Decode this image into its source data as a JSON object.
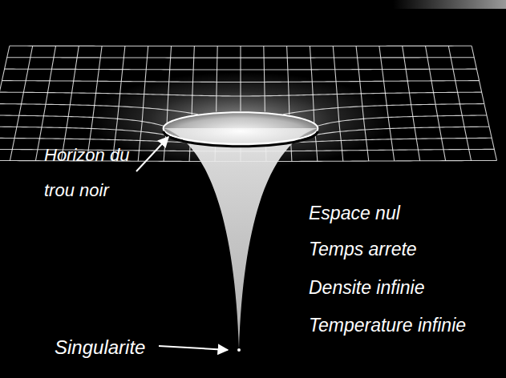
{
  "diagram": {
    "labels": [
      "Horizon du trou noir",
      "Espace nul",
      "Temps arrete",
      "Densite infinie",
      "Temperature infinie",
      "Singularite"
    ]
  }
}
